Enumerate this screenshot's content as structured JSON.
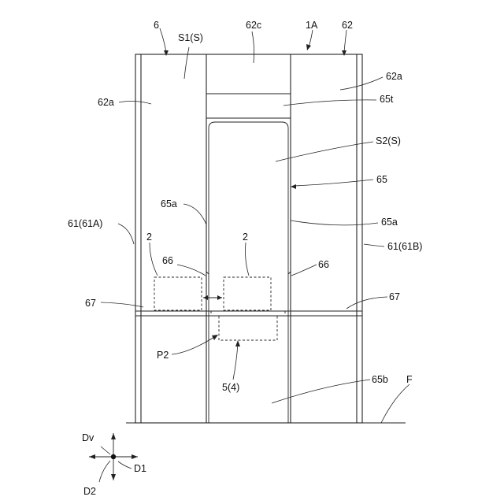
{
  "labels": {
    "l_6": "6",
    "l_s1": "S1(S)",
    "l_62c": "62c",
    "l_1a": "1A",
    "l_62": "62",
    "l_62a_left": "62a",
    "l_62a_right": "62a",
    "l_65t": "65t",
    "l_s2": "S2(S)",
    "l_65": "65",
    "l_65a_left": "65a",
    "l_65a_right": "65a",
    "l_61a": "61(61A)",
    "l_61b": "61(61B)",
    "l_2_left": "2",
    "l_2_right": "2",
    "l_66_left": "66",
    "l_66_right": "66",
    "l_67_left": "67",
    "l_67_right": "67",
    "l_p2": "P2",
    "l_5": "5(4)",
    "l_65b": "65b",
    "l_f": "F",
    "l_dv": "Dv",
    "l_d1": "D1",
    "l_d2": "D2"
  }
}
